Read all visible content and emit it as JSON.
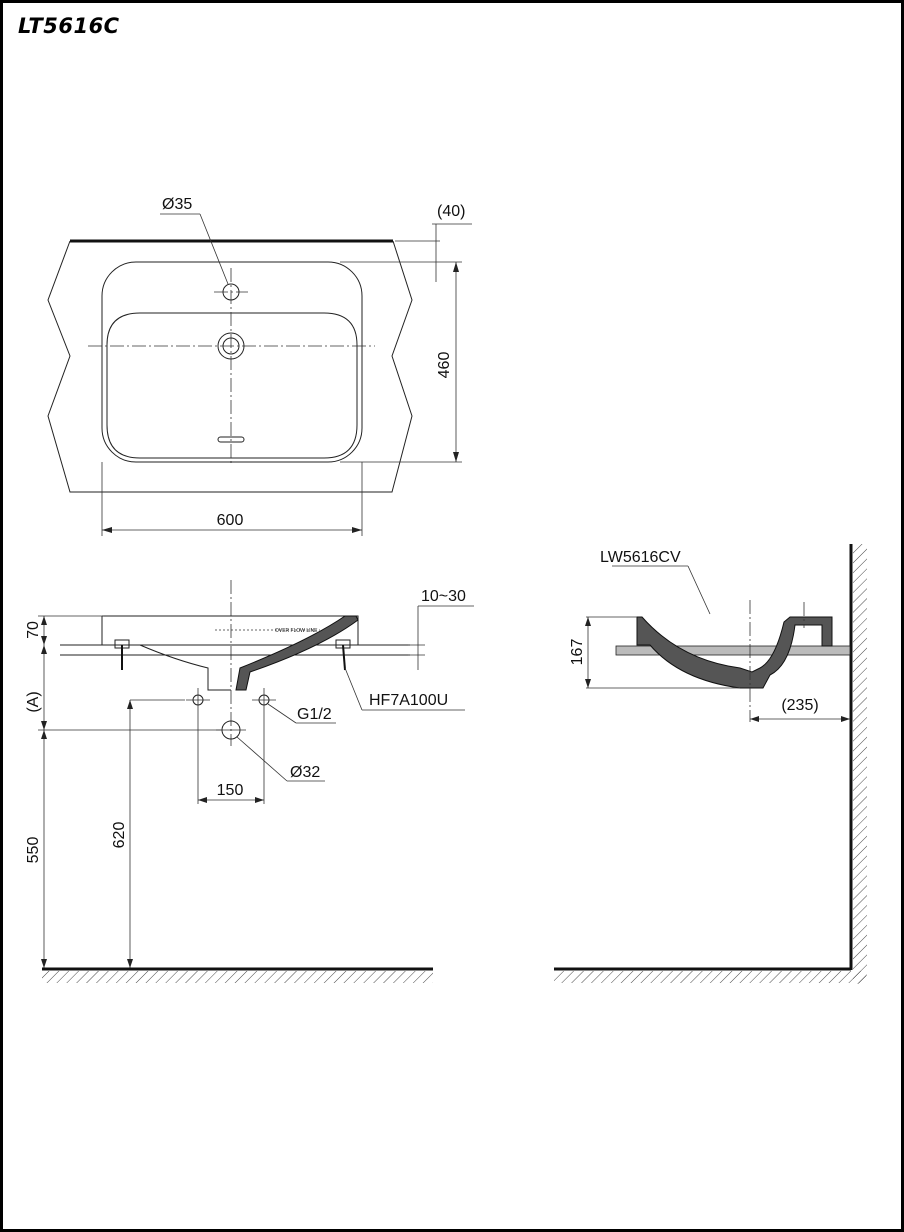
{
  "title": "LT5616C",
  "top_view": {
    "faucet_hole": "Ø35",
    "overhang": "(40)",
    "depth": "460",
    "width": "600"
  },
  "front_view": {
    "height_top": "70",
    "height_a": "(A)",
    "drain_height": "550",
    "supply_height": "620",
    "counter_thickness": "10~30",
    "bracket_model": "HF7A100U",
    "supply_thread": "G1/2",
    "drain_diameter": "Ø32",
    "supply_spacing": "150",
    "overflow_text": "OVER FLOW LINE"
  },
  "side_view": {
    "basin_model": "LW5616CV",
    "basin_height": "167",
    "wall_distance": "(235)"
  }
}
